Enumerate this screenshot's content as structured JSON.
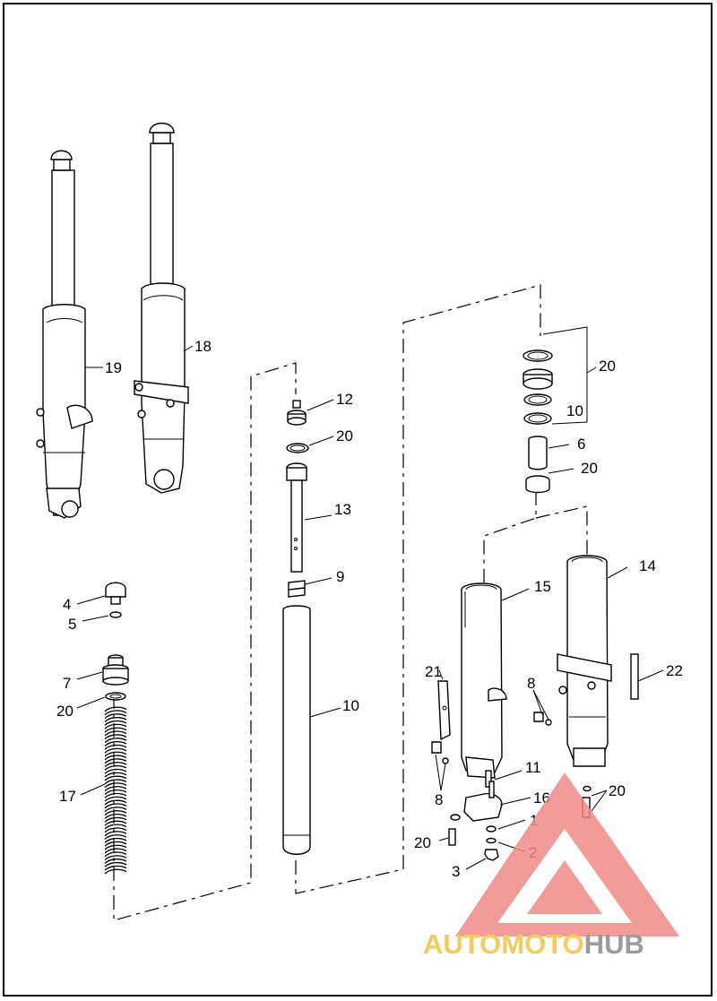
{
  "diagram": {
    "callouts": [
      {
        "id": "c19",
        "text": "19"
      },
      {
        "id": "c18",
        "text": "18"
      },
      {
        "id": "c12",
        "text": "12"
      },
      {
        "id": "c20a",
        "text": "20"
      },
      {
        "id": "c13",
        "text": "13"
      },
      {
        "id": "c9",
        "text": "9"
      },
      {
        "id": "c10a",
        "text": "10"
      },
      {
        "id": "c4",
        "text": "4"
      },
      {
        "id": "c5",
        "text": "5"
      },
      {
        "id": "c7",
        "text": "7"
      },
      {
        "id": "c20b",
        "text": "20"
      },
      {
        "id": "c17",
        "text": "17"
      },
      {
        "id": "c20c",
        "text": "20"
      },
      {
        "id": "c10b",
        "text": "10"
      },
      {
        "id": "c6",
        "text": "6"
      },
      {
        "id": "c20d",
        "text": "20"
      },
      {
        "id": "c14",
        "text": "14"
      },
      {
        "id": "c15",
        "text": "15"
      },
      {
        "id": "c21",
        "text": "21"
      },
      {
        "id": "c22",
        "text": "22"
      },
      {
        "id": "c8a",
        "text": "8"
      },
      {
        "id": "c11",
        "text": "11"
      },
      {
        "id": "c8b",
        "text": "8"
      },
      {
        "id": "c16",
        "text": "16"
      },
      {
        "id": "c20e",
        "text": "20"
      },
      {
        "id": "c1",
        "text": "1"
      },
      {
        "id": "c20f",
        "text": "20"
      },
      {
        "id": "c2",
        "text": "2"
      },
      {
        "id": "c3",
        "text": "3"
      }
    ]
  },
  "watermark": {
    "brand_part1": "AUTOMOTO",
    "brand_part2": "HUB",
    "color_primary": "#f08a8a",
    "color_accent": "#f5c242",
    "color_secondary": "#8a8a8a"
  }
}
